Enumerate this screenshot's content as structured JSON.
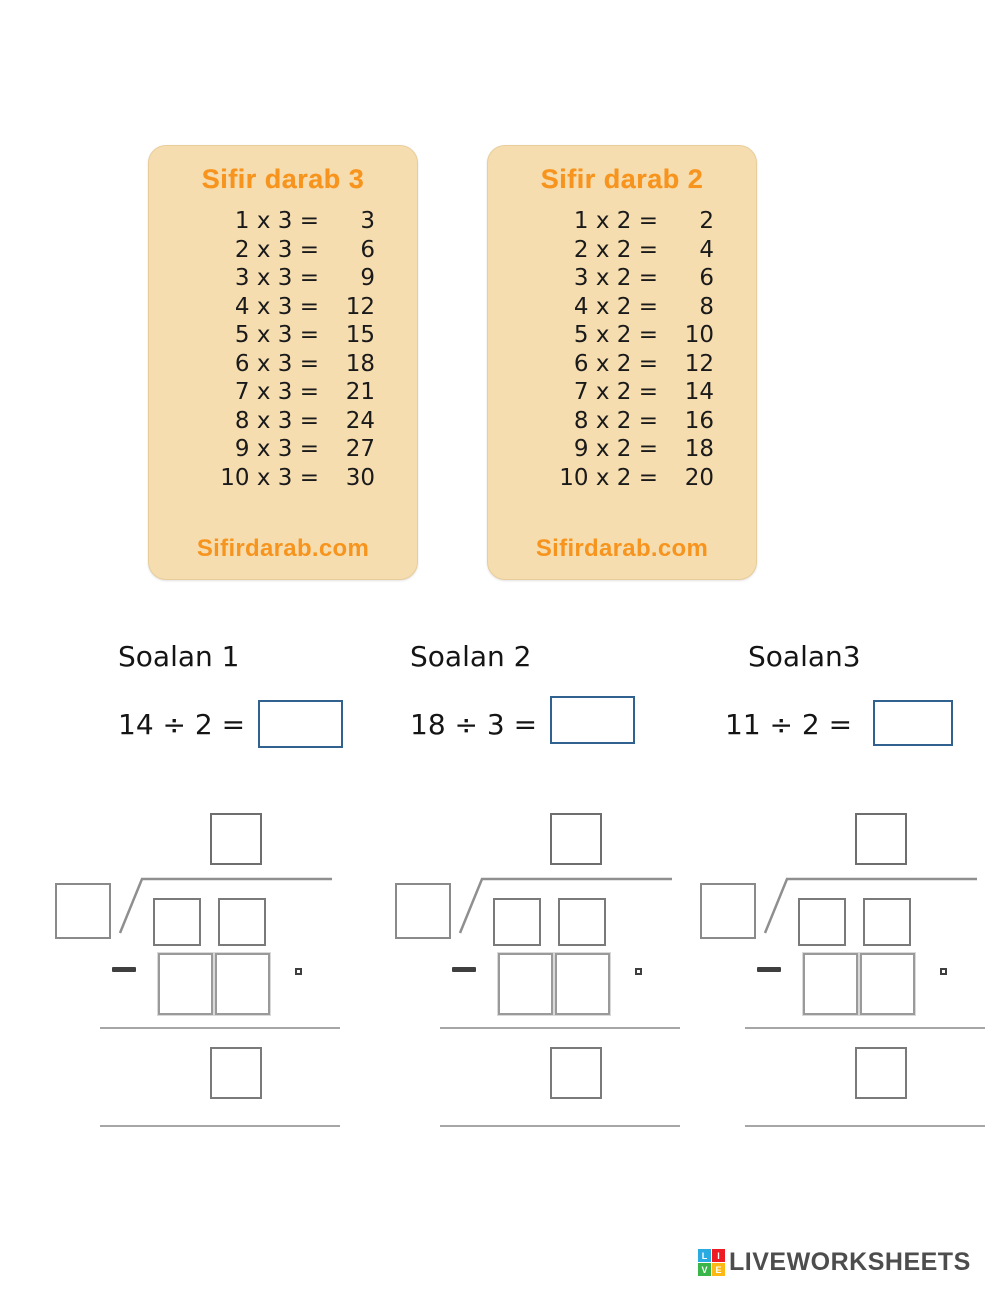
{
  "cards": [
    {
      "title": "Sifir darab 3",
      "footer": "Sifirdarab.com",
      "rows": [
        {
          "lhs": "1 x 3 =",
          "rhs": "3"
        },
        {
          "lhs": "2 x 3 =",
          "rhs": "6"
        },
        {
          "lhs": "3 x 3 =",
          "rhs": "9"
        },
        {
          "lhs": "4 x 3 =",
          "rhs": "12"
        },
        {
          "lhs": "5 x 3 =",
          "rhs": "15"
        },
        {
          "lhs": "6 x 3 =",
          "rhs": "18"
        },
        {
          "lhs": "7 x 3 =",
          "rhs": "21"
        },
        {
          "lhs": "8 x 3 =",
          "rhs": "24"
        },
        {
          "lhs": "9 x 3 =",
          "rhs": "27"
        },
        {
          "lhs": "10 x 3 =",
          "rhs": "30"
        }
      ]
    },
    {
      "title": "Sifir darab 2",
      "footer": "Sifirdarab.com",
      "rows": [
        {
          "lhs": "1 x 2 =",
          "rhs": "2"
        },
        {
          "lhs": "2 x 2 =",
          "rhs": "4"
        },
        {
          "lhs": "3 x 2 =",
          "rhs": "6"
        },
        {
          "lhs": "4 x 2 =",
          "rhs": "8"
        },
        {
          "lhs": "5 x 2 =",
          "rhs": "10"
        },
        {
          "lhs": "6 x 2 =",
          "rhs": "12"
        },
        {
          "lhs": "7 x 2 =",
          "rhs": "14"
        },
        {
          "lhs": "8 x 2 =",
          "rhs": "16"
        },
        {
          "lhs": "9 x 2 =",
          "rhs": "18"
        },
        {
          "lhs": "10 x 2 =",
          "rhs": "20"
        }
      ]
    }
  ],
  "questions": [
    {
      "label": "Soalan 1",
      "expression": "14 ÷ 2 ="
    },
    {
      "label": "Soalan 2",
      "expression": "18 ÷ 3 ="
    },
    {
      "label": "Soalan3",
      "expression": "11 ÷ 2 ="
    }
  ],
  "branding": {
    "name": "LIVEWORKSHEETS",
    "icon_letters": [
      "L",
      "I",
      "V",
      "E"
    ],
    "icon_colors": [
      "#29abe2",
      "#ed1c24",
      "#39b54a",
      "#fdb913"
    ]
  }
}
